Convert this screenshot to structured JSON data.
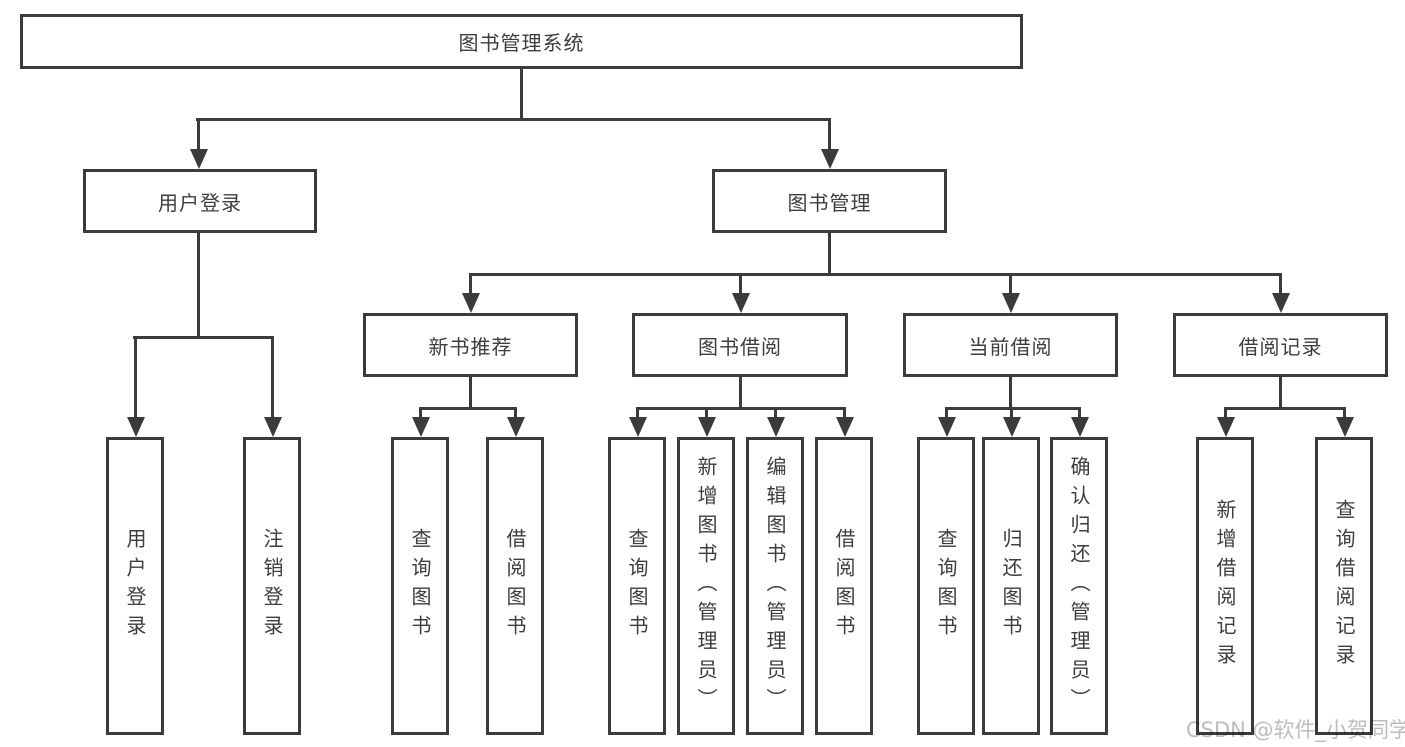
{
  "colors": {
    "line": "#3b3b3b",
    "text": "#3d3d3d",
    "watermark": "#bdbdbd",
    "background": "#ffffff"
  },
  "diagram": {
    "root": {
      "label": "图书管理系统"
    },
    "branches": [
      {
        "label": "用户登录",
        "children": [
          {
            "label": "用户登录"
          },
          {
            "label": "注销登录"
          }
        ]
      },
      {
        "label": "图书管理",
        "children": [
          {
            "label": "新书推荐",
            "children": [
              {
                "label": "查询图书"
              },
              {
                "label": "借阅图书"
              }
            ]
          },
          {
            "label": "图书借阅",
            "children": [
              {
                "label": "查询图书"
              },
              {
                "label": "新增图书（管理员）"
              },
              {
                "label": "编辑图书（管理员）"
              },
              {
                "label": "借阅图书"
              }
            ]
          },
          {
            "label": "当前借阅",
            "children": [
              {
                "label": "查询图书"
              },
              {
                "label": "归还图书"
              },
              {
                "label": "确认归还（管理员）"
              }
            ]
          },
          {
            "label": "借阅记录",
            "children": [
              {
                "label": "新增借阅记录"
              },
              {
                "label": "查询借阅记录"
              }
            ]
          }
        ]
      }
    ]
  },
  "watermark": {
    "text": "CSDN @软件_小贺同学"
  }
}
